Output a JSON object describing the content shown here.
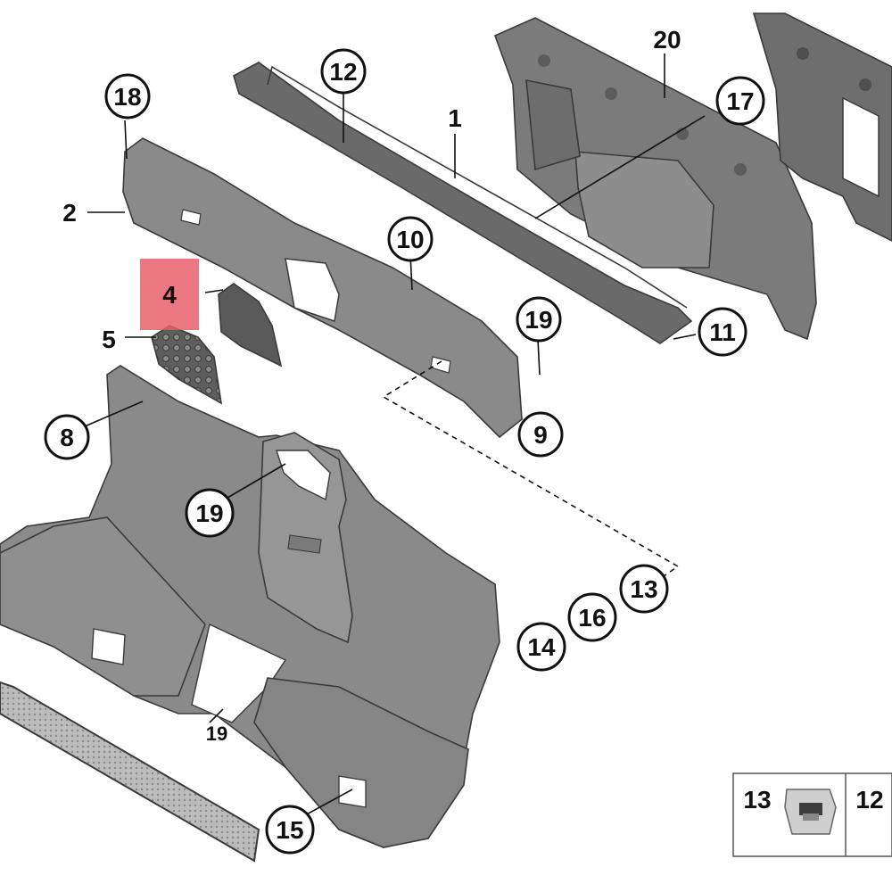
{
  "diagram": {
    "callouts": {
      "c1": "1",
      "c2": "2",
      "c4": "4",
      "c5": "5",
      "c8": "8",
      "c9": "9",
      "c10": "10",
      "c11": "11",
      "c12": "12",
      "c13": "13",
      "c14": "14",
      "c15": "15",
      "c16": "16",
      "c17": "17",
      "c18": "18",
      "c19a": "19",
      "c19b": "19",
      "c20": "20",
      "c19c": "19"
    },
    "inset": {
      "left_label": "13",
      "right_label": "12"
    },
    "highlight_color": "#e8606a",
    "part_fill": "#7a7a7a",
    "part_fill_dark": "#555555"
  }
}
